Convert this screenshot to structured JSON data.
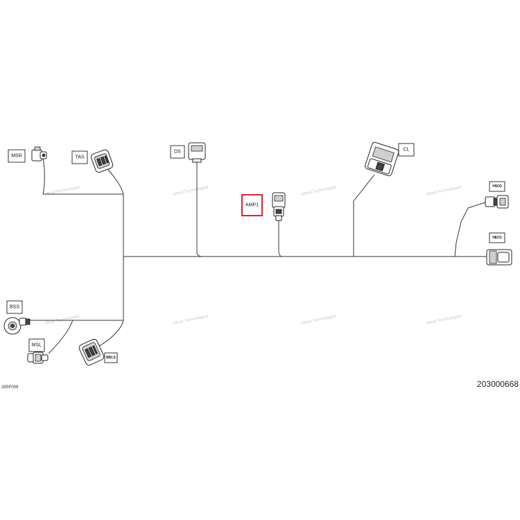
{
  "labels": {
    "msr": "MSR",
    "tas": "TAS",
    "ds": "DS",
    "amp1": "AMP1",
    "cl": "CL",
    "hso2": "HSO2",
    "heo1": "HEO1",
    "bss": "BSS",
    "msl": "MSL",
    "brls": "BRLS"
  },
  "highlight_color": "#d9232a",
  "watermark": "vBest Technologies",
  "footer": {
    "left_code": "29SF009",
    "part_number": "203000668"
  }
}
